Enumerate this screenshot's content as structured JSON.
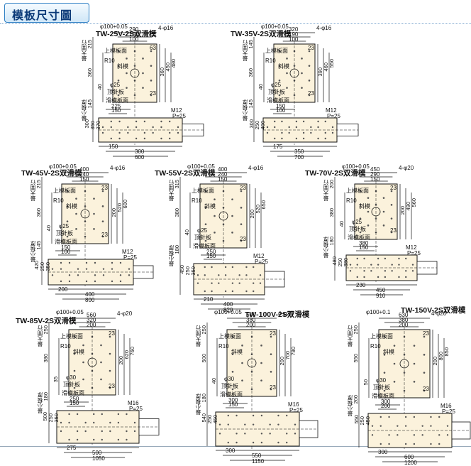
{
  "page": {
    "header": "模板尺寸圖"
  },
  "labels": {
    "stroke": "最大開行",
    "upper": "上模板面",
    "slide": "斜模",
    "ejector": "顶針板",
    "slideplate": "滑模板面",
    "minh": "最小模厚",
    "hole": "p=25"
  },
  "panels": [
    {
      "id": "tw25",
      "title": "TW-25V-2S双滑模",
      "tol": "φ100+0.05",
      "holes": "4-φ16",
      "r": "R10",
      "small": "φ25",
      "h1": "215",
      "h2": "360",
      "h3": "40",
      "h4": "145",
      "top": [
        "290",
        "150",
        "100"
      ],
      "side": [
        "360",
        "450",
        "480"
      ],
      "pos": [
        "63",
        "23"
      ],
      "mid": [
        "225",
        "150"
      ],
      "m": "M12",
      "p": "P=25",
      "bl": [
        "300",
        "350",
        "370"
      ],
      "bot": [
        "150",
        "300",
        "600"
      ]
    },
    {
      "id": "tw35",
      "title": "TW-35V-2S双滑模",
      "tol": "φ100+0.05",
      "holes": "4-φ16",
      "r": "R10",
      "small": "φ25",
      "h1": "145",
      "h2": "360",
      "h3": "40",
      "h4": "145",
      "top": [
        "320",
        "190",
        "100"
      ],
      "side": [
        "390",
        "460",
        "550"
      ],
      "pos": [
        "23",
        "23"
      ],
      "mid": [
        "150",
        "100"
      ],
      "m": "M12",
      "p": "P=25",
      "bl": [
        "300",
        "250",
        "400"
      ],
      "bot": [
        "175",
        "350",
        "700"
      ]
    },
    {
      "id": "tw45",
      "title": "TW-45V-2S双滑模",
      "tol": "φ100+0.05",
      "holes": "4-φ16",
      "r": "R10",
      "small": "φ25",
      "h1": "215",
      "h2": "360",
      "h3": "40",
      "h4": "145",
      "top": [
        "400",
        "240",
        "150"
      ],
      "side": [
        "200",
        "520",
        "600"
      ],
      "pos": [
        "23",
        "23"
      ],
      "mid": [
        "150",
        "100"
      ],
      "m": "M12",
      "p": "P=25",
      "bl": [
        "420",
        "250",
        "350"
      ],
      "bot": [
        "200",
        "400",
        "800"
      ]
    },
    {
      "id": "tw55",
      "title": "TW-55V-2S双滑模",
      "tol": "φ100+0.05",
      "holes": "4-φ16",
      "r": "R10",
      "small": "φ25",
      "h1": "315",
      "h2": "380",
      "h3": "40",
      "h4": "180",
      "top": [
        "400",
        "240",
        "150"
      ],
      "side": [
        "200",
        "520",
        "650"
      ],
      "pos": [
        "23",
        "23"
      ],
      "mid": [
        "250",
        "150"
      ],
      "m": "M12",
      "p": "P=25",
      "bl": [
        "450",
        "250",
        "350"
      ],
      "bot": [
        "210",
        "400",
        "820"
      ]
    },
    {
      "id": "tw70",
      "title": "TW-70V-2S双滑模",
      "tol": "φ100+0.05",
      "holes": "4-φ20",
      "r": "R10",
      "small": "φ25",
      "h1": "200",
      "h2": "380",
      "h3": "40",
      "h4": "180",
      "top": [
        "450",
        "290",
        "150"
      ],
      "side": [
        "200",
        "490",
        "560"
      ],
      "pos": [
        "23",
        "23"
      ],
      "mid": [
        "380",
        "150"
      ],
      "m": "M12",
      "p": "P=25",
      "bl": [
        "480",
        "250",
        "380"
      ],
      "bot": [
        "230",
        "450",
        "910"
      ]
    },
    {
      "id": "tw85",
      "title": "TW-85V-2S双滑模",
      "tol": "φ100+0.05",
      "holes": "4-φ20",
      "r": "R10",
      "small": "φ30",
      "h1": "250",
      "h2": "380",
      "h3": "35",
      "h4": "180",
      "top": [
        "560",
        "320",
        "200"
      ],
      "side": [
        "200",
        "620",
        "760"
      ],
      "pos": [
        "23",
        "23"
      ],
      "mid": [
        "250",
        "150"
      ],
      "m": "M16",
      "p": "P=25",
      "bl": [
        "500",
        "250",
        "350"
      ],
      "bot": [
        "275",
        "500",
        "1050"
      ]
    },
    {
      "id": "tw100",
      "title": "TW-100V-2S双滑模",
      "tol": "φ100+0.05",
      "holes": "4-φ20",
      "r": "R10",
      "small": "φ30",
      "h1": "250",
      "h2": "500",
      "h3": "40",
      "h4": "180",
      "top": [
        "600",
        "380",
        "200"
      ],
      "side": [
        "200",
        "700",
        "780"
      ],
      "pos": [
        "23",
        "23"
      ],
      "mid": [
        "300",
        "150"
      ],
      "m": "M16",
      "p": "P=25",
      "bl": [
        "540",
        "250",
        "450"
      ],
      "bot": [
        "300",
        "550",
        "1150"
      ]
    },
    {
      "id": "tw150",
      "title": "TW-150V-2S双滑模",
      "tol": "φ100+0.1",
      "holes": "4-φ20",
      "r": "R10",
      "small": "φ30",
      "h1": "250",
      "h2": "550",
      "h3": "50",
      "h4": "200",
      "top": [
        "630",
        "380",
        "200"
      ],
      "side": [
        "200",
        "800",
        "850"
      ],
      "pos": [
        "23",
        "23"
      ],
      "mid": [
        "300",
        "200"
      ],
      "m": "M16",
      "p": "P=25",
      "bl": [
        "550",
        "250",
        "450"
      ],
      "bot": [
        "300",
        "600",
        "1200"
      ]
    }
  ],
  "colors": {
    "plate": "#fbf2dc",
    "line": "#111111",
    "grid": "#555555",
    "accent": "#0b3a78"
  }
}
